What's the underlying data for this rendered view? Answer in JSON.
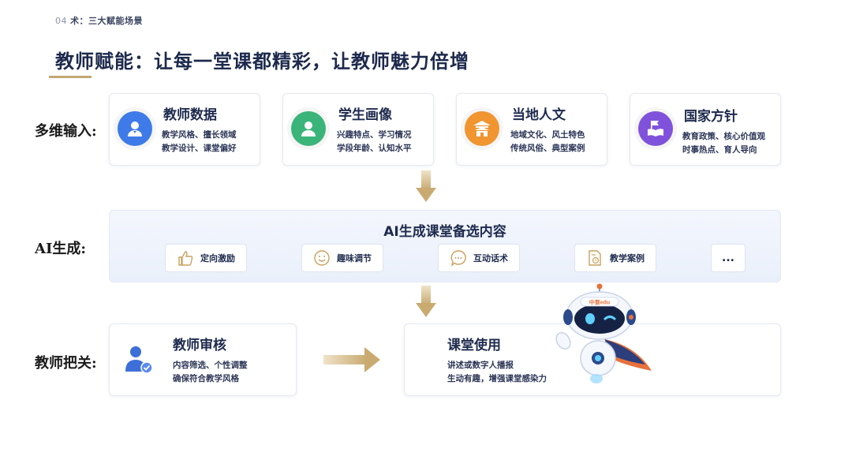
{
  "header": {
    "section_number": "04",
    "section_title": "术：三大赋能场景",
    "page_title": "教师赋能：让每一堂课都精彩，让教师魅力倍增"
  },
  "row_labels": {
    "input": "多维输入:",
    "ai": "AI生成:",
    "teacher": "教师把关:"
  },
  "input_cards": [
    {
      "title": "教师数据",
      "line1": "教学风格、擅长领域",
      "line2": "教学设计、课堂偏好",
      "icon": "teacher-avatar-icon",
      "color": "#3f7be8"
    },
    {
      "title": "学生画像",
      "line1": "兴趣特点、学习情况",
      "line2": "学段年龄、认知水平",
      "icon": "student-avatar-icon",
      "color": "#3bb47a"
    },
    {
      "title": "当地人文",
      "line1": "地域文化、风土特色",
      "line2": "传统风俗、典型案例",
      "icon": "temple-icon",
      "color": "#f0952f"
    },
    {
      "title": "国家方针",
      "line1": "教育政策、核心价值观",
      "line2": "时事热点、育人导向",
      "icon": "flag-book-icon",
      "color": "#8052dc"
    }
  ],
  "ai_panel": {
    "title": "AI生成课堂备选内容",
    "chips": [
      {
        "label": "定向激励",
        "icon": "thumbs-up-icon"
      },
      {
        "label": "趣味调节",
        "icon": "smile-icon"
      },
      {
        "label": "互动话术",
        "icon": "chat-bubble-icon"
      },
      {
        "label": "教学案例",
        "icon": "document-icon"
      }
    ],
    "more": "..."
  },
  "review_card": {
    "title": "教师审核",
    "line1": "内容筛选、个性调整",
    "line2": "确保符合教学风格",
    "icon": "teacher-check-icon"
  },
  "use_card": {
    "title": "课堂使用",
    "line1": "讲述或数字人播报",
    "line2": "生动有趣，增强课堂感染力"
  },
  "mascot": {
    "badge": "中晋edu",
    "icon": "robot-mascot-icon"
  },
  "colors": {
    "gold_arrow": "#c9ab72",
    "title_underline": "#c3a774",
    "navy_text": "#1d2a4d"
  }
}
